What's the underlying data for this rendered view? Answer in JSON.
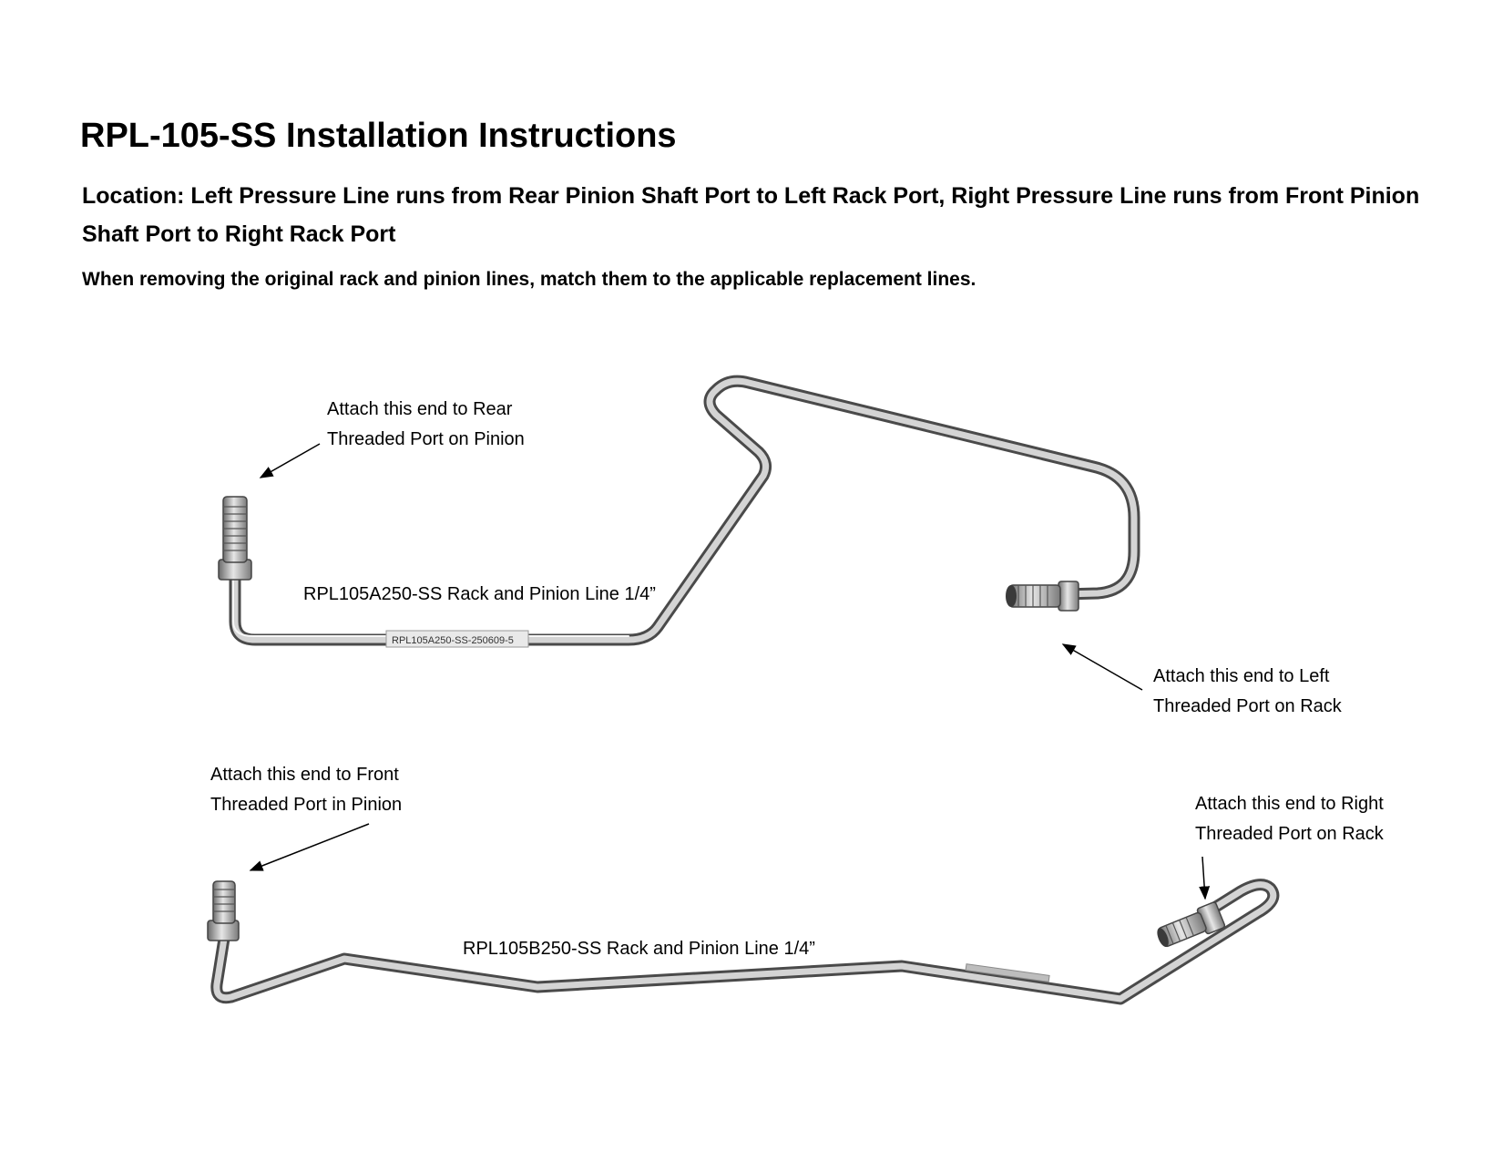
{
  "document": {
    "title": "RPL-105-SS Installation Instructions",
    "location": "Location: Left Pressure Line runs from Rear Pinion Shaft Port to Left Rack Port, Right Pressure Line runs from Front Pinion Shaft Port to Right Rack Port",
    "note": "When removing the original rack and pinion lines, match them to the applicable replacement lines."
  },
  "line_a": {
    "part_label": "RPL105A250-SS Rack and Pinion Line 1/4”",
    "tag_text": "RPL105A250-SS-250609-5",
    "callout_pinion": [
      "Attach this end to Rear",
      "Threaded Port on Pinion"
    ],
    "callout_rack": [
      "Attach this end to Left",
      "Threaded Port on Rack"
    ]
  },
  "line_b": {
    "part_label": "RPL105B250-SS Rack and Pinion Line 1/4”",
    "callout_pinion": [
      "Attach this end to Front",
      "Threaded Port in Pinion"
    ],
    "callout_rack": [
      "Attach this end to Right",
      "Threaded Port on Rack"
    ]
  }
}
